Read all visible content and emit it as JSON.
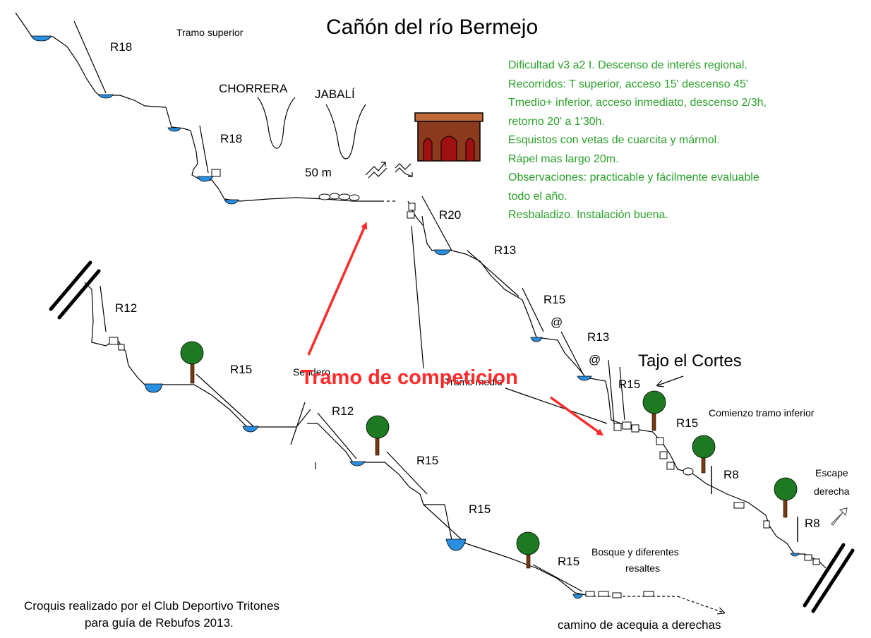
{
  "title": "Cañón del río Bermejo",
  "labels": {
    "tramo_superior": "Tramo superior",
    "chorrera": "CHORRERA",
    "jabali": "JABALÍ",
    "distance": "50 m",
    "r18_a": "R18",
    "r18_b": "R18",
    "r20": "R20",
    "r13_a": "R13",
    "r15_a": "R15",
    "at_a": "@",
    "r13_b": "R13",
    "at_b": "@",
    "tajo": "Tajo el Cortes",
    "r15_b": "R15",
    "r15_c": "R15",
    "comienzo": "Comienzo tramo inferior",
    "r8_a": "R8",
    "escape": "Escape",
    "derecha": "derecha",
    "r8_b": "R8",
    "r12_a": "R12",
    "r15_d": "R15",
    "sendero": "Sendero",
    "tramo_medio": "Tramo medio",
    "r12_b": "R12",
    "r15_e": "R15",
    "r15_f": "R15",
    "r15_g": "R15",
    "bosque_1": "Bosque y diferentes",
    "bosque_2": "resaltes",
    "camino": "camino de acequia a derechas",
    "credit_1": "Croquis realizado por el Club Deportivo Tritones",
    "credit_2": "para guía de Rebufos 2013."
  },
  "competition_label": "Tramo de competicion",
  "info_lines": [
    "Dificultad v3 a2 I. Descenso de interés regional.",
    "Recorridos: T superior, acceso 15' descenso 45'",
    "Tmedio+ inferior, acceso inmediato, descenso 2/3h,",
    "retorno 20' a 1'30h.",
    "Esquistos con vetas de cuarcita y mármol.",
    "Rápel mas largo 20m.",
    "Observaciones: practicable y fácilmente evaluable",
    "todo el año.",
    "Resbaladizo. Instalación buena."
  ],
  "colors": {
    "water": "#2a8fe0",
    "info_text": "#2aa12a",
    "competition": "#ff2a2a",
    "bridge_brick": "#8b3a1e",
    "bridge_dark": "#a01010",
    "tree_leaves": "#1e7a22",
    "tree_trunk": "#7a3a10",
    "profile": "#000000"
  }
}
